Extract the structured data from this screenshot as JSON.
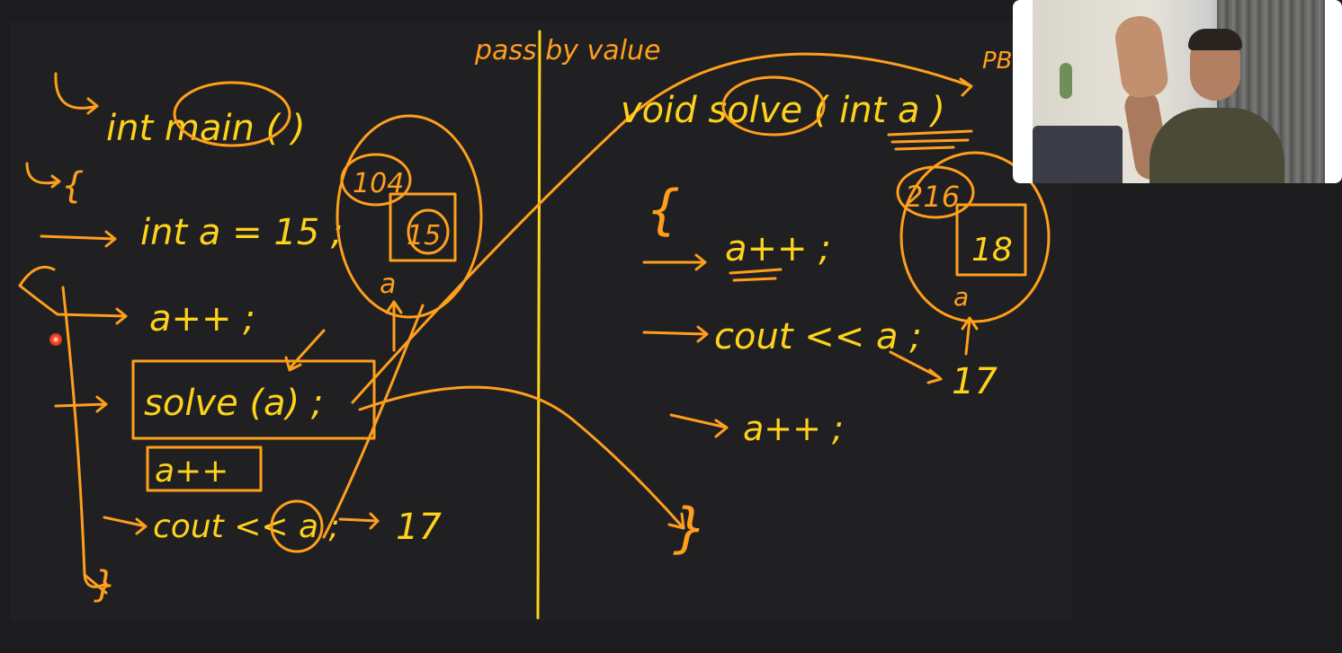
{
  "board": {
    "title": "pass by value",
    "left_code": {
      "main_signature": "int main ( )",
      "open_brace": "{",
      "decl": "int a = 15 ;",
      "inc": "a++ ;",
      "call": "solve (a) ;",
      "inc2": "a++",
      "print": "cout << a ;",
      "close_brace": "}",
      "memory_address": "104",
      "memory_value": "15",
      "var_label": "a",
      "output": "17"
    },
    "right_code": {
      "signature": "void solve ( int a )",
      "open_brace": "{",
      "inc": "a++ ;",
      "print": "cout << a ;",
      "inc2": "a++ ;",
      "close_brace": "}",
      "memory_address": "216",
      "memory_value": "18",
      "var_label": "a",
      "output": "17",
      "corner_label": "PB"
    },
    "colors": {
      "ink_orange": "#ff9f1c",
      "ink_yellow": "#ffd21a",
      "background": "#202023"
    }
  },
  "webcam": {
    "description_icon": "presenter-webcam"
  }
}
